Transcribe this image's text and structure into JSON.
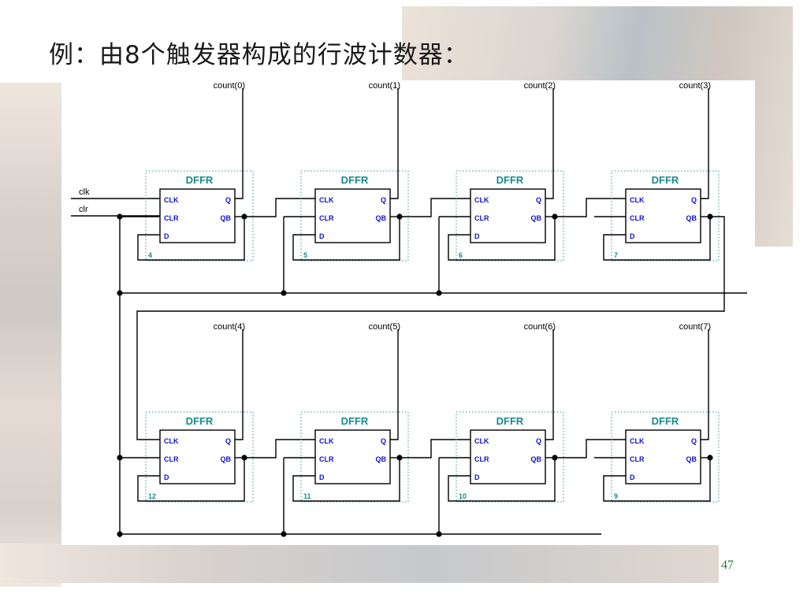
{
  "slide": {
    "title": "例：由8个触发器构成的行波计数器：",
    "page_number": "47"
  },
  "inputs": {
    "clk": "clk",
    "clr": "clr"
  },
  "flipflop": {
    "type_label": "DFFR",
    "pin_clk": "CLK",
    "pin_clr": "CLR",
    "pin_d": "D",
    "pin_q": "Q",
    "pin_qb": "QB"
  },
  "rows": [
    {
      "instances": [
        "4",
        "5",
        "6",
        "7"
      ],
      "outputs": [
        "count(0)",
        "count(1)",
        "count(2)",
        "count(3)"
      ]
    },
    {
      "instances": [
        "12",
        "11",
        "10",
        "9"
      ],
      "outputs": [
        "count(4)",
        "count(5)",
        "count(6)",
        "count(7)"
      ]
    }
  ],
  "colors": {
    "wire": "#000000",
    "block_label": "#1a8a8a",
    "pin_label": "#1010d0",
    "instance_label": "#1a8a8a",
    "dotted_border": "#2a9a9a",
    "page_number": "#2e7d32"
  }
}
